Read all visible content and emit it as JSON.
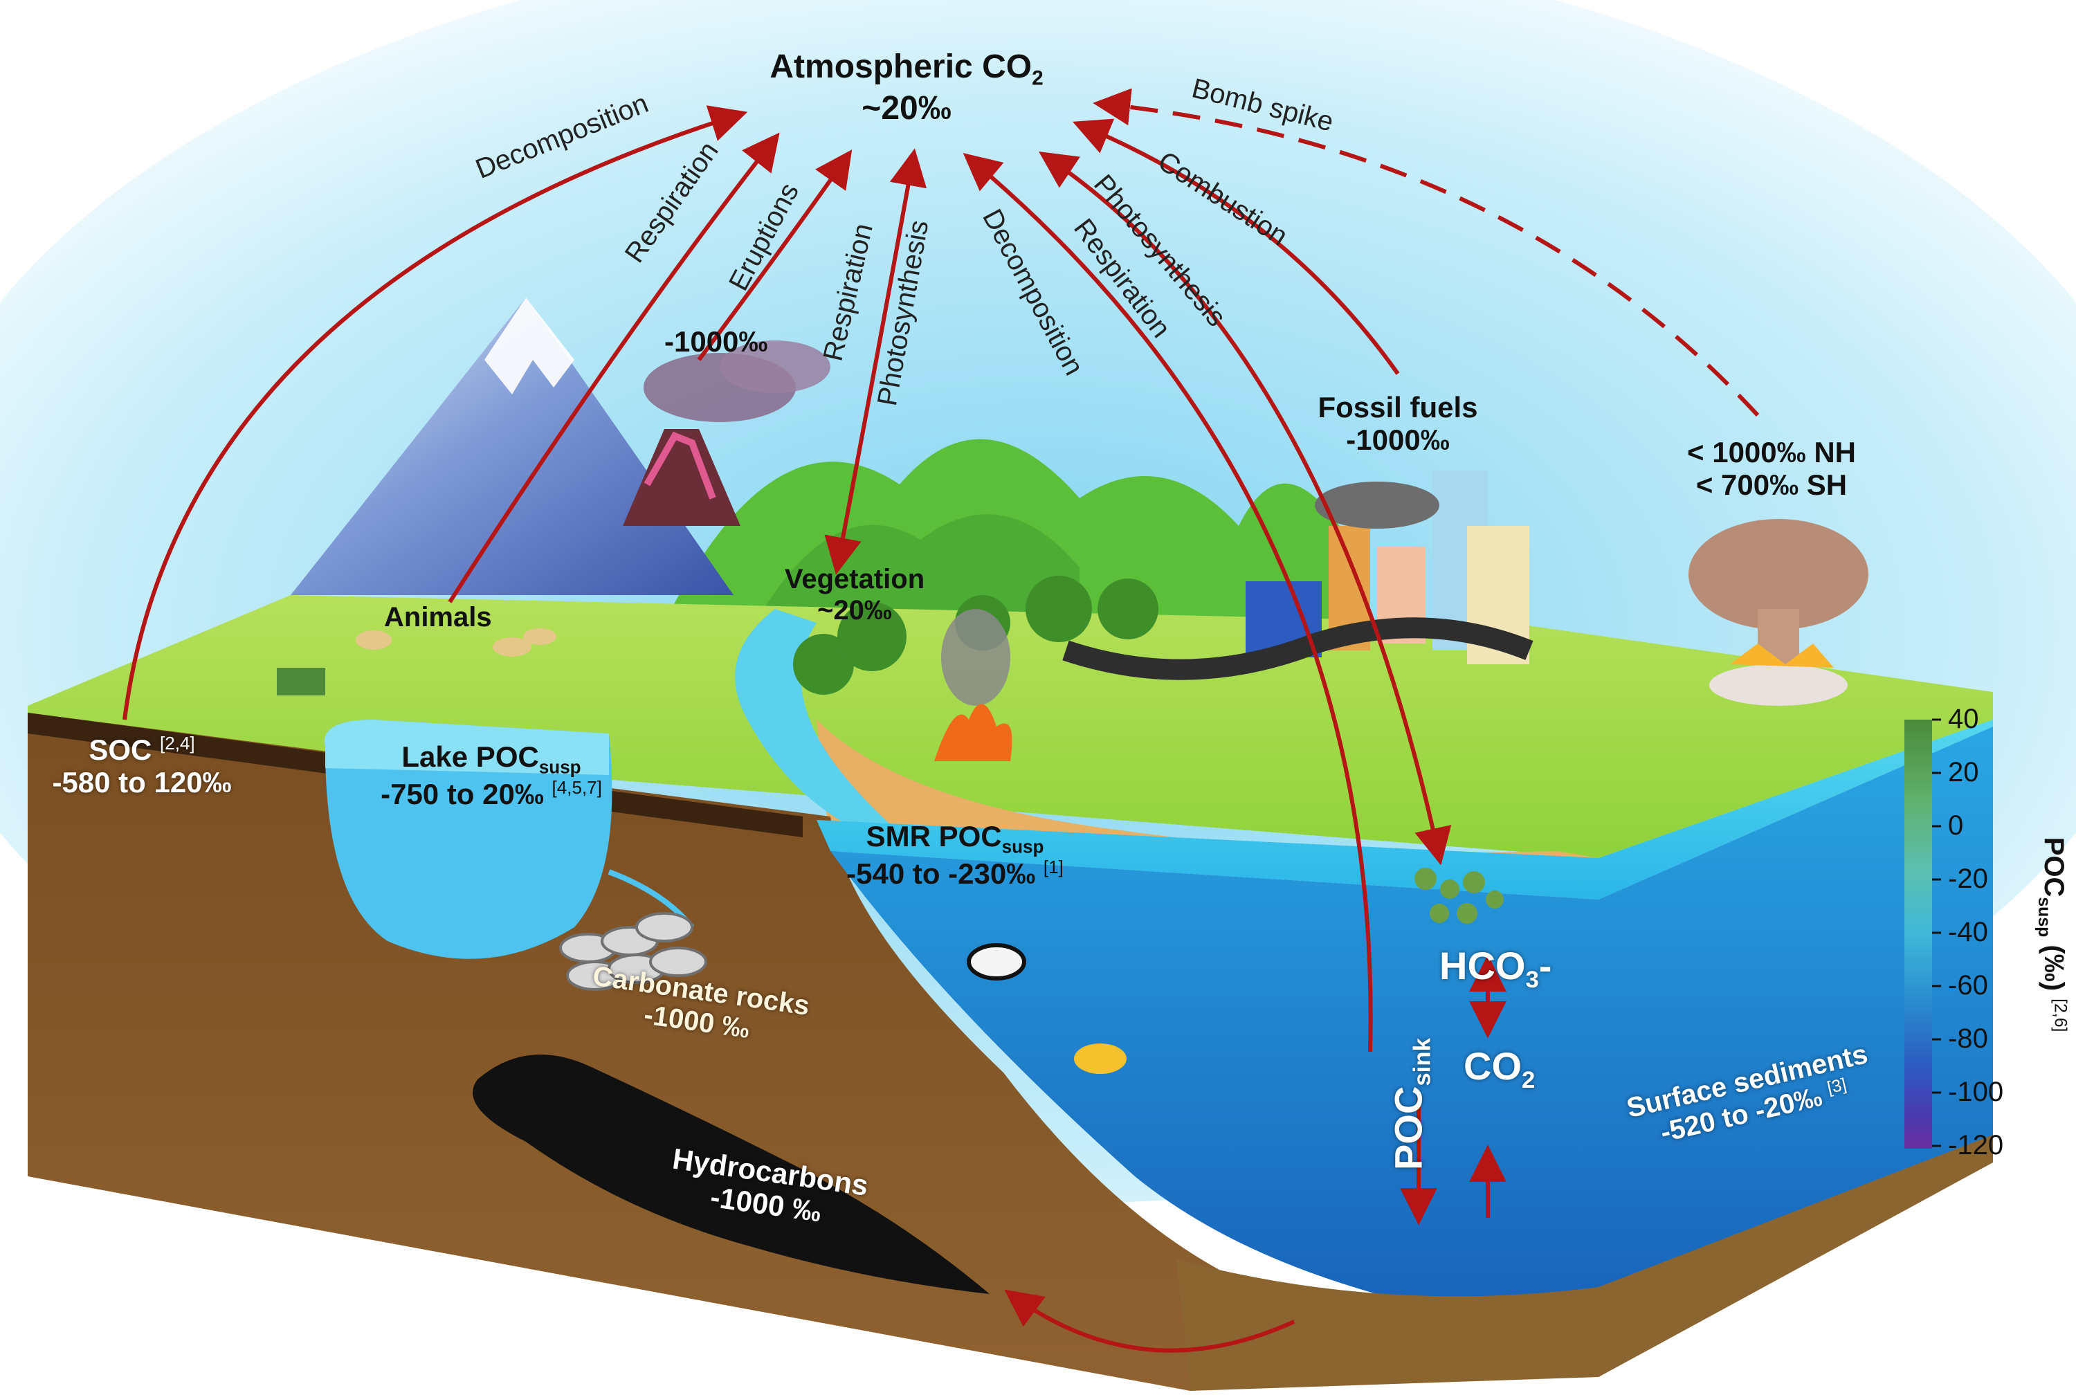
{
  "atmosphere": {
    "title": "Atmospheric CO",
    "title_sub": "2",
    "value": "~20‰"
  },
  "flows": {
    "decomposition_left": "Decomposition",
    "respiration_animals": "Respiration",
    "eruptions": "Eruptions",
    "respiration_veg": "Respiration",
    "photosynthesis_veg": "Photosynthesis",
    "decomposition_ocean": "Decomposition",
    "respiration_ocean": "Respiration",
    "photosynthesis_ocean": "Photosynthesis",
    "combustion": "Combustion",
    "bomb_spike": "Bomb spike"
  },
  "sources": {
    "volcano_value": "-1000‰",
    "animals": "Animals",
    "vegetation": "Vegetation",
    "vegetation_value": "~20‰",
    "fossil_fuels": "Fossil fuels",
    "fossil_fuels_value": "-1000‰",
    "bomb_nh": "< 1000‰ NH",
    "bomb_sh": "< 700‰ SH"
  },
  "reservoirs": {
    "soc_name": "SOC",
    "soc_ref": "[2,4]",
    "soc_value": "-580 to 120‰",
    "lake_name": "Lake POC",
    "lake_sub": "susp",
    "lake_value": "-750 to 20‰",
    "lake_ref": "[4,5,7]",
    "smr_name": "SMR POC",
    "smr_sub": "susp",
    "smr_value": "-540 to -230‰",
    "smr_ref": "[1]",
    "carbonate_name": "Carbonate rocks",
    "carbonate_value": "-1000 ‰",
    "hydrocarbons_name": "Hydrocarbons",
    "hydrocarbons_value": "-1000 ‰",
    "poc_sink": "POC",
    "poc_sink_sub": "sink",
    "hco3": "HCO",
    "hco3_sub": "3",
    "hco3_suffix": "-",
    "co2": "CO",
    "co2_sub": "2",
    "sediments_name": "Surface sediments",
    "sediments_value": "-520 to -20‰",
    "sediments_ref": "[3]"
  },
  "colorbar": {
    "ticks": [
      "40",
      "20",
      "0",
      "-20",
      "-40",
      "-60",
      "-80",
      "-100",
      "-120"
    ],
    "label_main": "POC",
    "label_sub": "susp",
    "label_unit": "(‰)",
    "label_ref": "[2,6]",
    "colors": [
      "#4a8a3a",
      "#5fb06a",
      "#5cc0b0",
      "#3fb8d8",
      "#2a8ed0",
      "#2a5ec0",
      "#4a3ab0",
      "#6a2ea0"
    ]
  },
  "colors": {
    "arrow": "#b51515",
    "ocean": "#1f7fd0",
    "soil": "#8a5a2a",
    "land": "#9bd13a",
    "sky": "#bfe7f7"
  }
}
